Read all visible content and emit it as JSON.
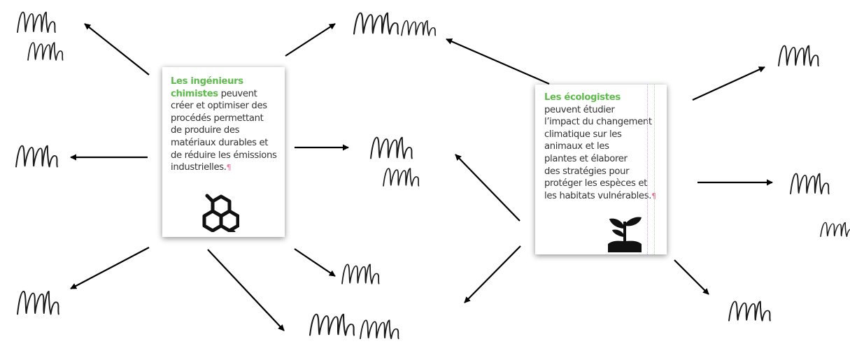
{
  "colors": {
    "accent_green": "#5dbb4b",
    "body_text": "#333333",
    "arrow": "#000000",
    "scribble": "#1a1a1a",
    "pilcrow_pink": "#f2739b"
  },
  "chemists_card": {
    "title": "Les ingénieurs\nchimistes",
    "text": " peuvent\ncréer et optimiser des\nprocédés permettant\nde produire des\nmatériaux durables et\nde réduire les émissions\nindustrielles.",
    "icon": "molecule-icon"
  },
  "ecologists_card": {
    "title": "Les écologistes",
    "text": "peuvent étudier\nl’impact du changement\nclimatique sur les\nanimaux et les\nplantes et élaborer\ndes stratégies pour\nprotéger les espèces et\nles habitats vulnérables.",
    "icon": "plant-sprout-icon"
  },
  "scribble_placeholder": "handwritten-scribble"
}
